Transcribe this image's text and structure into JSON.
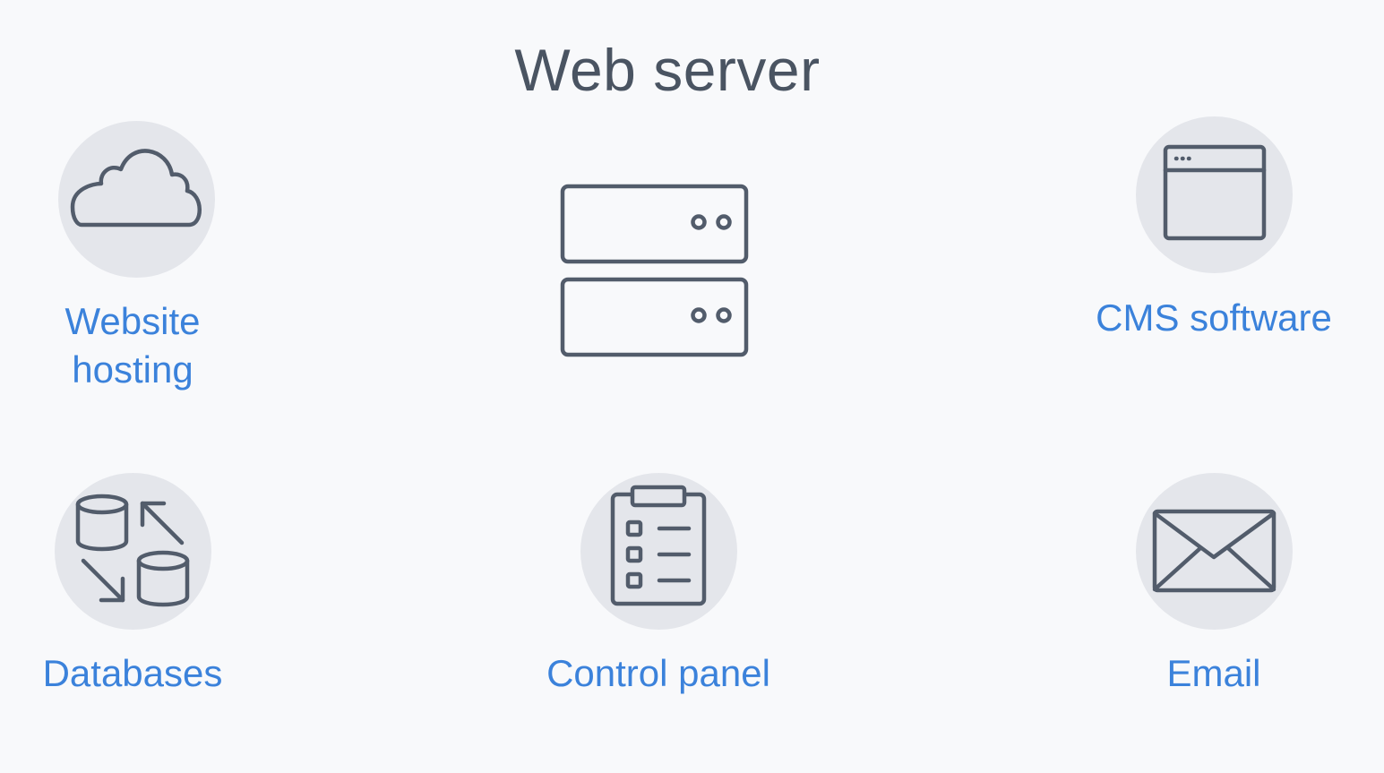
{
  "title": "Web server",
  "icons": {
    "center": "server-icon",
    "website_hosting": "cloud-icon",
    "cms_software": "browser-window-icon",
    "databases": "database-sync-icon",
    "control_panel": "clipboard-checklist-icon",
    "email": "envelope-icon"
  },
  "labels": {
    "website_hosting_line1": "Website",
    "website_hosting_line2": "hosting",
    "cms_software": "CMS software",
    "databases": "Databases",
    "control_panel": "Control panel",
    "email": "Email"
  },
  "colors": {
    "background": "#f8f9fb",
    "title": "#4a5462",
    "label": "#3b82db",
    "circle": "#e4e6eb",
    "icon_stroke": "#525c6b"
  }
}
